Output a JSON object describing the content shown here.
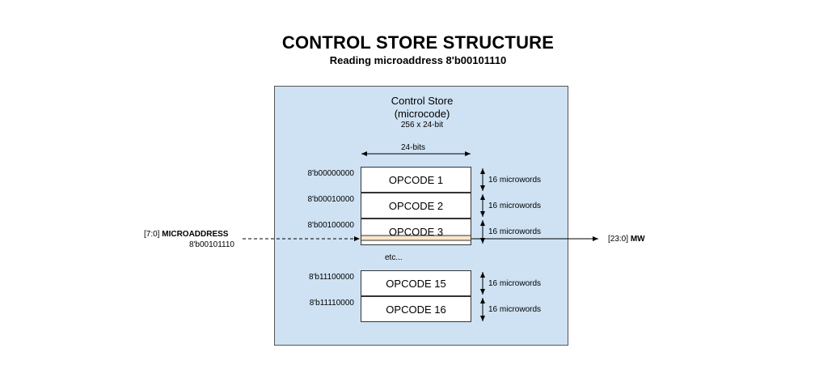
{
  "title": "CONTROL STORE STRUCTURE",
  "subtitle": "Reading microaddress 8'b00101110",
  "store": {
    "name_line1": "Control Store",
    "name_line2": "(microcode)",
    "size": "256 x 24-bit",
    "width_label": "24-bits",
    "etc": "etc...",
    "fill_color": "#cfe2f3"
  },
  "opcodes": [
    {
      "label": "OPCODE 1",
      "address": "8'b00000000",
      "microwords": "16 microwords"
    },
    {
      "label": "OPCODE 2",
      "address": "8'b00010000",
      "microwords": "16 microwords"
    },
    {
      "label": "OPCODE 3",
      "address": "8'b00100000",
      "microwords": "16 microwords"
    },
    {
      "label": "OPCODE 15",
      "address": "8'b11100000",
      "microwords": "16 microwords"
    },
    {
      "label": "OPCODE 16",
      "address": "8'b11110000",
      "microwords": "16 microwords"
    }
  ],
  "input": {
    "bits": "[7:0]",
    "name": "MICROADDRESS",
    "value": "8'b00101110"
  },
  "output": {
    "bits": "[23:0]",
    "name": "MW"
  },
  "highlight_color": "#fce5cd"
}
